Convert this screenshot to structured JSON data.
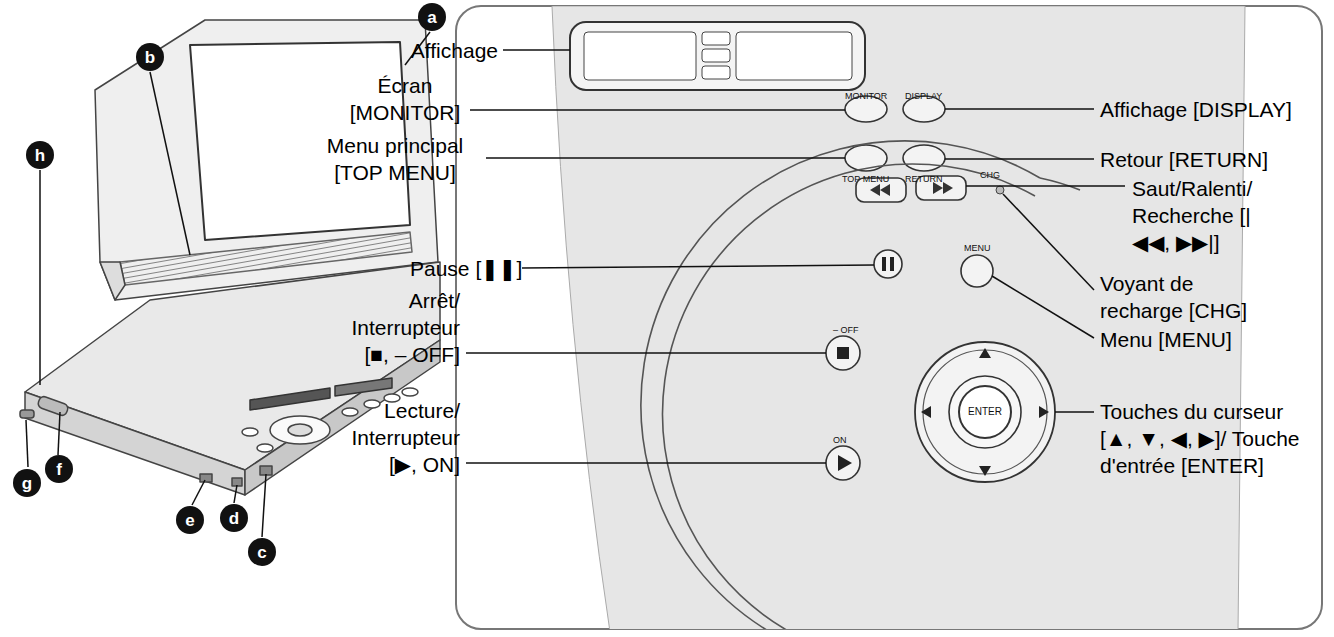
{
  "diagram": {
    "nodes": [
      {
        "text": [
          "a"
        ]
      },
      {
        "text": [
          "b"
        ]
      },
      {
        "text": [
          "h"
        ]
      },
      {
        "text": [
          "f"
        ]
      },
      {
        "text": [
          "g"
        ]
      },
      {
        "text": [
          "e"
        ]
      },
      {
        "text": [
          "d"
        ]
      },
      {
        "text": [
          "c"
        ]
      },
      {
        "text": [
          "ENTER"
        ]
      }
    ],
    "labels": [
      "Affichage",
      "Écran [MONITOR]",
      "Menu principal [TOP MENU]",
      "Pause [❚❚]",
      "Arrêt/ Interrupteur [■, – OFF]",
      "Lecture/ Interrupteur [▶, ON]",
      "Affichage [DISPLAY]",
      "Retour [RETURN]",
      "Saut/Ralenti/ Recherche [|◀◀, ▶▶|]",
      "Voyant de recharge [CHG]",
      "Menu [MENU]",
      "Touches du curseur [▲, ▼, ◀, ▶]/ Touche d'entrée [ENTER]",
      "MONITOR",
      "DISPLAY",
      "TOP MENU",
      "RETURN",
      "CHG",
      "MENU",
      "– OFF",
      "ON"
    ]
  }
}
